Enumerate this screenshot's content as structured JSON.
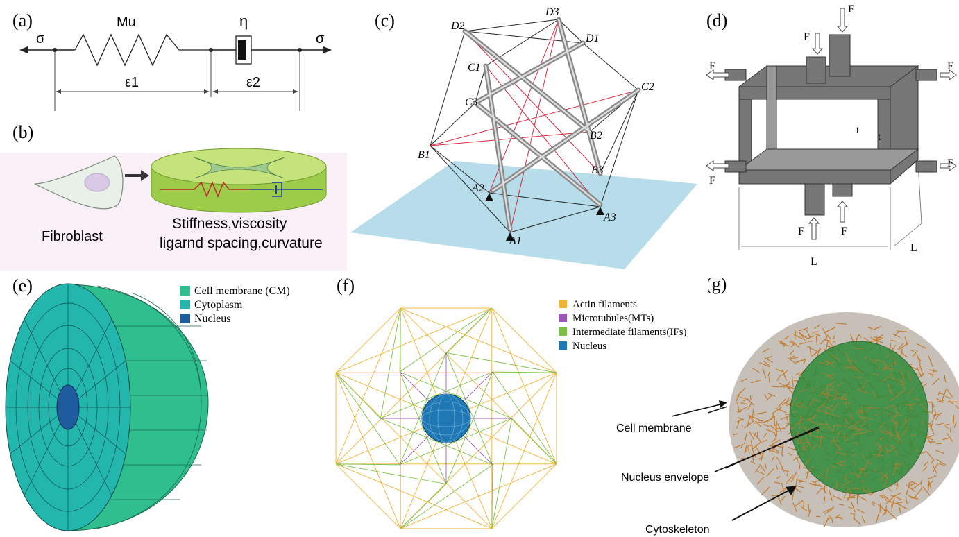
{
  "panels": {
    "a": {
      "label": "(a)",
      "sigma_left": "σ",
      "sigma_right": "σ",
      "spring_label": "Mu",
      "dashpot_label": "η",
      "eps1": "ε1",
      "eps2": "ε2"
    },
    "b": {
      "label": "(b)",
      "cell_label": "Fibroblast",
      "caption_line1": "Stiffness,viscosity",
      "caption_line2": "ligarnd spacing,curvature"
    },
    "c": {
      "label": "(c)",
      "nodes": {
        "D2": "D2",
        "D3": "D3",
        "D1": "D1",
        "C1": "C1",
        "C3": "C3",
        "C2": "C2",
        "B1": "B1",
        "B2": "B2",
        "B3": "B3",
        "A2": "A2",
        "A1": "A1",
        "A3": "A3"
      }
    },
    "d": {
      "label": "(d)",
      "force": "F",
      "thickness": "t",
      "length": "L"
    },
    "e": {
      "label": "(e)",
      "legend": [
        {
          "name": "Cell membrane (CM)",
          "color": "#2fbf8f"
        },
        {
          "name": "Cytoplasm",
          "color": "#23b6ad"
        },
        {
          "name": "Nucleus",
          "color": "#1f5c9e"
        }
      ]
    },
    "f": {
      "label": "(f)",
      "legend": [
        {
          "name": "Actin filaments",
          "color": "#f2b233"
        },
        {
          "name": "Microtubules(MTs)",
          "color": "#9b57b5"
        },
        {
          "name": "Intermediate filaments(IFs)",
          "color": "#7ac143"
        },
        {
          "name": "Nucleus",
          "color": "#1f78b4"
        }
      ]
    },
    "g": {
      "label": "(g)",
      "annotations": [
        "Cell membrane",
        "Nucleus envelope",
        "Cytoskeleton"
      ]
    }
  }
}
